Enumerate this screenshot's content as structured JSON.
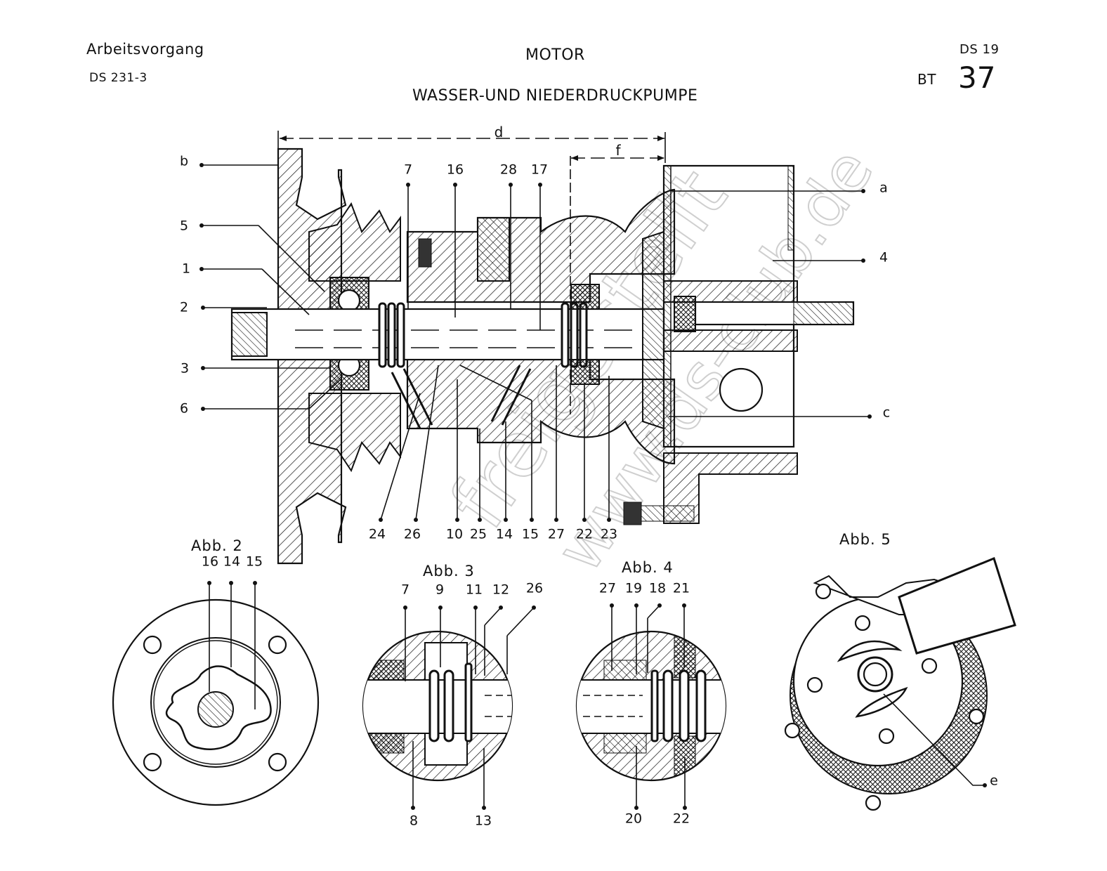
{
  "header": {
    "operation_label": "Arbeitsvorgang",
    "operation_code": "DS 231-3",
    "section": "MOTOR",
    "title": "WASSER-UND NIEDERDRUCKPUMPE",
    "model": "DS 19",
    "sheet_prefix": "BT",
    "sheet_number": "37"
  },
  "main_figure": {
    "dimension_labels": {
      "d": "d",
      "f": "f"
    },
    "left_callouts": [
      "b",
      "5",
      "1",
      "2",
      "3",
      "6"
    ],
    "top_callouts": [
      "7",
      "16",
      "28",
      "17"
    ],
    "right_callouts": [
      "a",
      "4",
      "c"
    ],
    "bottom_callouts": [
      "24",
      "26",
      "10",
      "25",
      "14",
      "15",
      "27",
      "22",
      "23"
    ]
  },
  "figures": [
    {
      "title": "Abb. 2",
      "top_callouts": [
        "16",
        "14",
        "15"
      ],
      "bottom_callouts": []
    },
    {
      "title": "Abb. 3",
      "top_callouts": [
        "7",
        "9",
        "11",
        "12",
        "26"
      ],
      "bottom_callouts": [
        "8",
        "13"
      ]
    },
    {
      "title": "Abb. 4",
      "top_callouts": [
        "27",
        "19",
        "18",
        "21"
      ],
      "bottom_callouts": [
        "20",
        "22"
      ]
    },
    {
      "title": "Abb. 5",
      "top_callouts": [],
      "bottom_callouts": [
        "e"
      ]
    }
  ]
}
